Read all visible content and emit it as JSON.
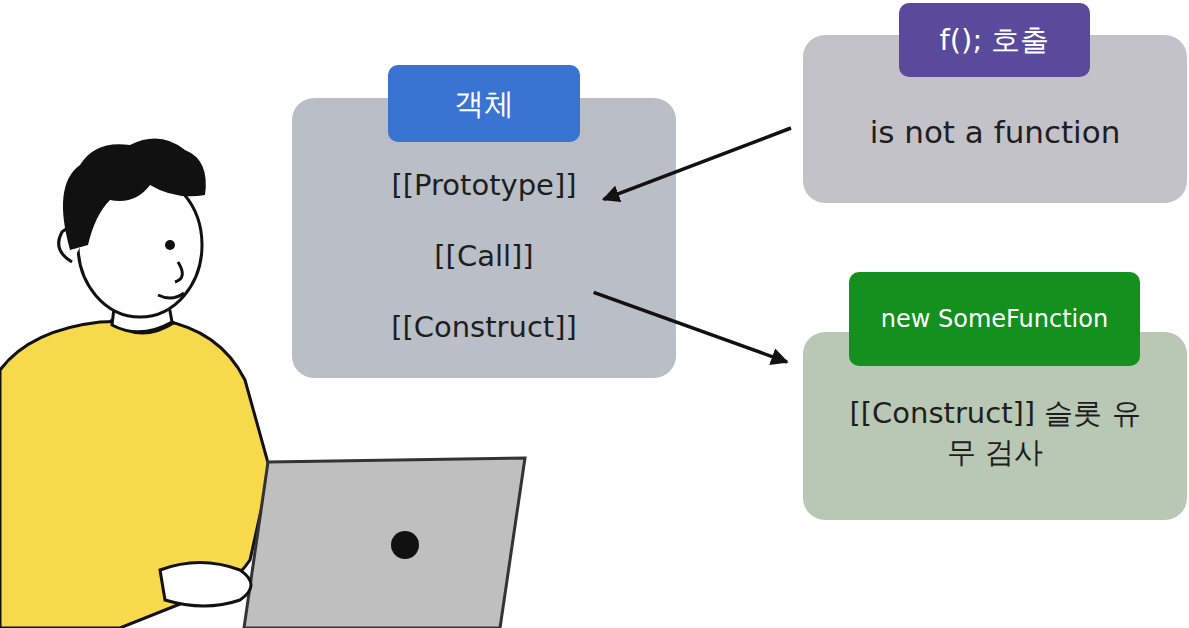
{
  "diagram": {
    "nodes": [
      {
        "text": [
          "객체",
          "[[Prototype]]",
          "[[Call]]",
          "[[Construct]]"
        ]
      },
      {
        "text": [
          "f(); 호출",
          "is not a function"
        ]
      },
      {
        "text": [
          "new SomeFunction",
          "[[Construct]] 슬롯 유무 검사"
        ]
      }
    ],
    "edges": [
      {
        "from": 1,
        "to": 0,
        "arrow": "to"
      },
      {
        "from": 0,
        "to": 2,
        "arrow": "to"
      }
    ]
  }
}
